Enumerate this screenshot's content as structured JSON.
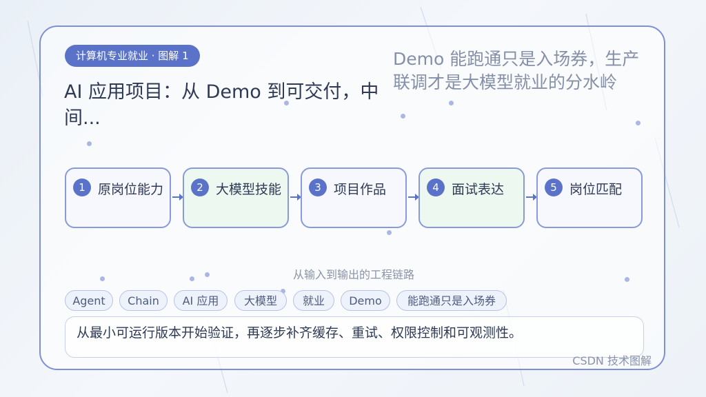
{
  "header": {
    "tag": "计算机专业就业 · 图解 1",
    "title": "AI 应用项目：从 Demo 到可交付，中间...",
    "subtitle": "Demo 能跑通只是入场券，生产联调才是大模型就业的分水岭"
  },
  "flow": {
    "steps": [
      {
        "num": "1",
        "label": "原岗位能力"
      },
      {
        "num": "2",
        "label": "大模型技能"
      },
      {
        "num": "3",
        "label": "项目作品"
      },
      {
        "num": "4",
        "label": "面试表达"
      },
      {
        "num": "5",
        "label": "岗位匹配"
      }
    ],
    "caption": "从输入到输出的工程链路"
  },
  "chips": [
    "Agent",
    "Chain",
    "AI 应用",
    "大模型",
    "就业",
    "Demo",
    "能跑通只是入场券"
  ],
  "description": "从最小可运行版本开始验证，再逐步补齐缓存、重试、权限控制和可观测性。",
  "credit": "CSDN 技术图解",
  "colors": {
    "accent": "#5b72c9",
    "border": "#7c8fd8",
    "step_alt_bg": "#edf8f0",
    "text": "#2e3a55",
    "muted": "#8a93a8"
  }
}
